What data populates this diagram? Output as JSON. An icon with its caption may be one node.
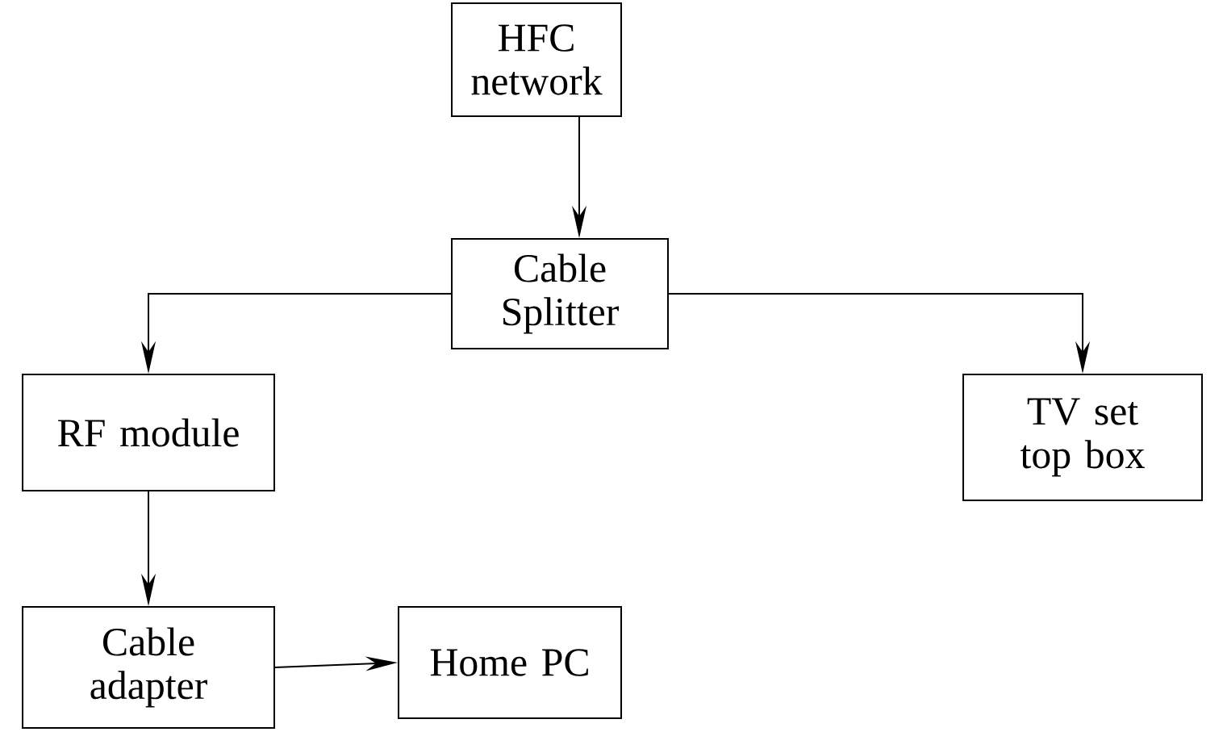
{
  "diagram": {
    "nodes": [
      {
        "text": [
          "HFC network"
        ]
      },
      {
        "text": [
          "Cable Splitter"
        ]
      },
      {
        "text": [
          "RF module"
        ]
      },
      {
        "text": [
          "TV set top box"
        ]
      },
      {
        "text": [
          "Cable adapter"
        ]
      },
      {
        "text": [
          "Home PC"
        ]
      }
    ],
    "edges": [
      {
        "from": 0,
        "to": 1,
        "arrow": "to"
      },
      {
        "from": 1,
        "to": 2,
        "arrow": "to"
      },
      {
        "from": 1,
        "to": 3,
        "arrow": "to"
      },
      {
        "from": 2,
        "to": 4,
        "arrow": "to"
      },
      {
        "from": 4,
        "to": 5,
        "arrow": "to"
      }
    ]
  }
}
